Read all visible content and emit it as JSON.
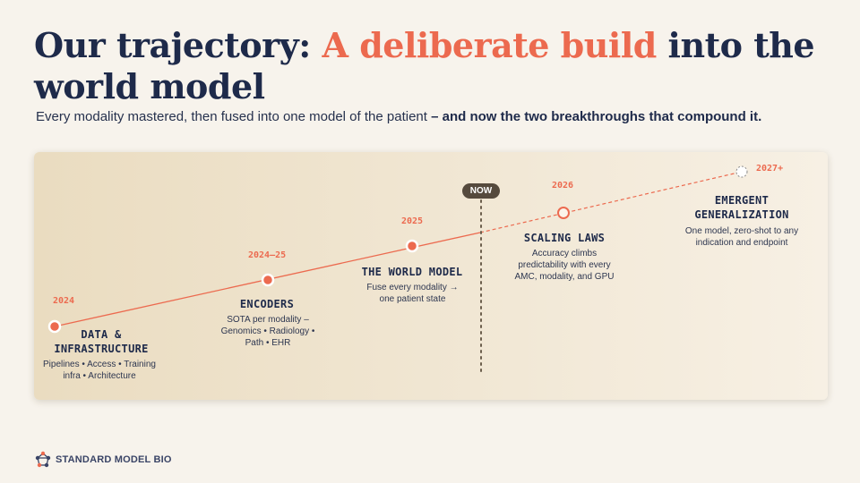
{
  "header": {
    "title_part1": "Our trajectory: ",
    "title_accent": "A deliberate build",
    "title_part2": " into the world model",
    "subtitle_plain": "Every modality mastered, then fused into one model of the patient ",
    "subtitle_bold": "– and now the two breakthroughs that compound it."
  },
  "timeline": {
    "now_label": "NOW",
    "milestones": [
      {
        "year": "2024",
        "title_line1": "DATA &",
        "title_line2": "INFRASTRUCTURE",
        "desc_line1": "Pipelines • Access • Training",
        "desc_line2": "infra • Architecture",
        "desc_line3": ""
      },
      {
        "year": "2024–25",
        "title_line1": "ENCODERS",
        "title_line2": "",
        "desc_line1": "SOTA per modality –",
        "desc_line2": "Genomics • Radiology •",
        "desc_line3": "Path • EHR"
      },
      {
        "year": "2025",
        "title_line1": "THE WORLD MODEL",
        "title_line2": "",
        "desc_line1": "Fuse every modality →",
        "desc_line2": "one patient state",
        "desc_line3": ""
      },
      {
        "year": "2026",
        "title_line1": "SCALING LAWS",
        "title_line2": "",
        "desc_line1": "Accuracy climbs",
        "desc_line2": "predictability with every",
        "desc_line3": "AMC, modality, and GPU"
      },
      {
        "year": "2027+",
        "title_line1": "EMERGENT",
        "title_line2": "GENERALIZATION",
        "desc_line1": "One model, zero-shot to any",
        "desc_line2": "indication and endpoint",
        "desc_line3": ""
      }
    ]
  },
  "footer": {
    "brand": "STANDARD MODEL BIO"
  },
  "colors": {
    "navy": "#1e2a4a",
    "accent": "#ec6a4f",
    "now_badge": "#554a3d"
  }
}
